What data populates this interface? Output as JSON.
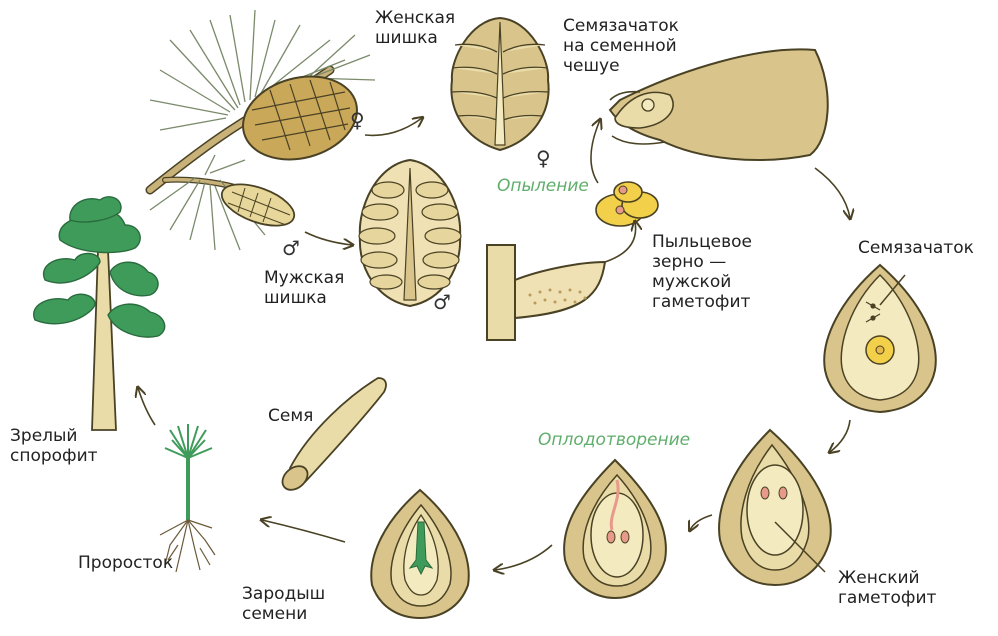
{
  "labels": {
    "female_cone": "Женская\nшишка",
    "ovule_on_scale": "Семязачаток\nна семенной\nчешуе",
    "pollination": "Опыление",
    "pollen_grain": "Пыльцевое\nзерно —\nмужской\nгаметофит",
    "ovule": "Семязачаток",
    "male_cone": "Мужская\nшишка",
    "fertilization": "Оплодотворение",
    "female_gametophyte": "Женский\nгаметофит",
    "seed": "Семя",
    "embryo": "Зародыш\nсемени",
    "seedling": "Проросток",
    "mature_sporophyte": "Зрелый\nспорофит"
  },
  "symbols": {
    "female": "♀",
    "male": "♂"
  },
  "colors": {
    "body_fill": "#d9c58c",
    "inner_fill": "#f3eac0",
    "outline": "#4a4224",
    "tree_green": "#3f9b5a",
    "pollen_yellow": "#f2d04a",
    "accent_green_text": "#5fae6b",
    "nucleus_pink": "#e79a8a"
  }
}
